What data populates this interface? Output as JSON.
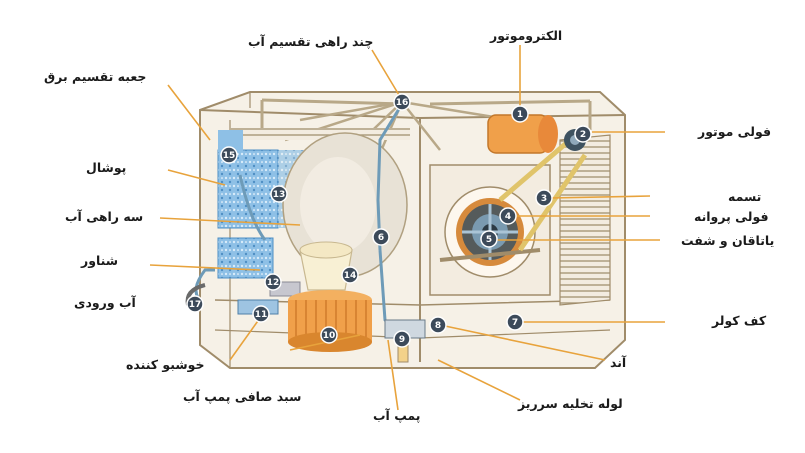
{
  "labels": {
    "motor": "الکتروموتور",
    "distributor": "چند راهی تقسیم آب",
    "elec_box": "جعبه تقسیم برق",
    "motor_pulley": "فولی موتور",
    "pad": "پوشال",
    "belt": "تسمه",
    "fan_pulley": "فولی پروانه",
    "bearing": "یاتاقان و شفت",
    "three_way": "سه راهی آب",
    "float": "شناور",
    "inlet": "آب ورودی",
    "base": "کف کولر",
    "freshener": "خوشبو کننده",
    "anode": "آند",
    "pump_filter": "سبد صافی پمپ آب",
    "overflow": "لوله تخلیه سرریز",
    "pump": "پمپ آب"
  },
  "markers": [
    "1",
    "2",
    "3",
    "4",
    "5",
    "6",
    "7",
    "8",
    "9",
    "10",
    "11",
    "12",
    "13",
    "14",
    "15",
    "16",
    "17"
  ],
  "colors": {
    "outline": "#a08c6a",
    "frame": "#efe7d8",
    "pad_blue": "#7fb3dd",
    "orange": "#f0a04a",
    "marker_fill": "#3c4a5a",
    "leader": "#e8a33c"
  }
}
